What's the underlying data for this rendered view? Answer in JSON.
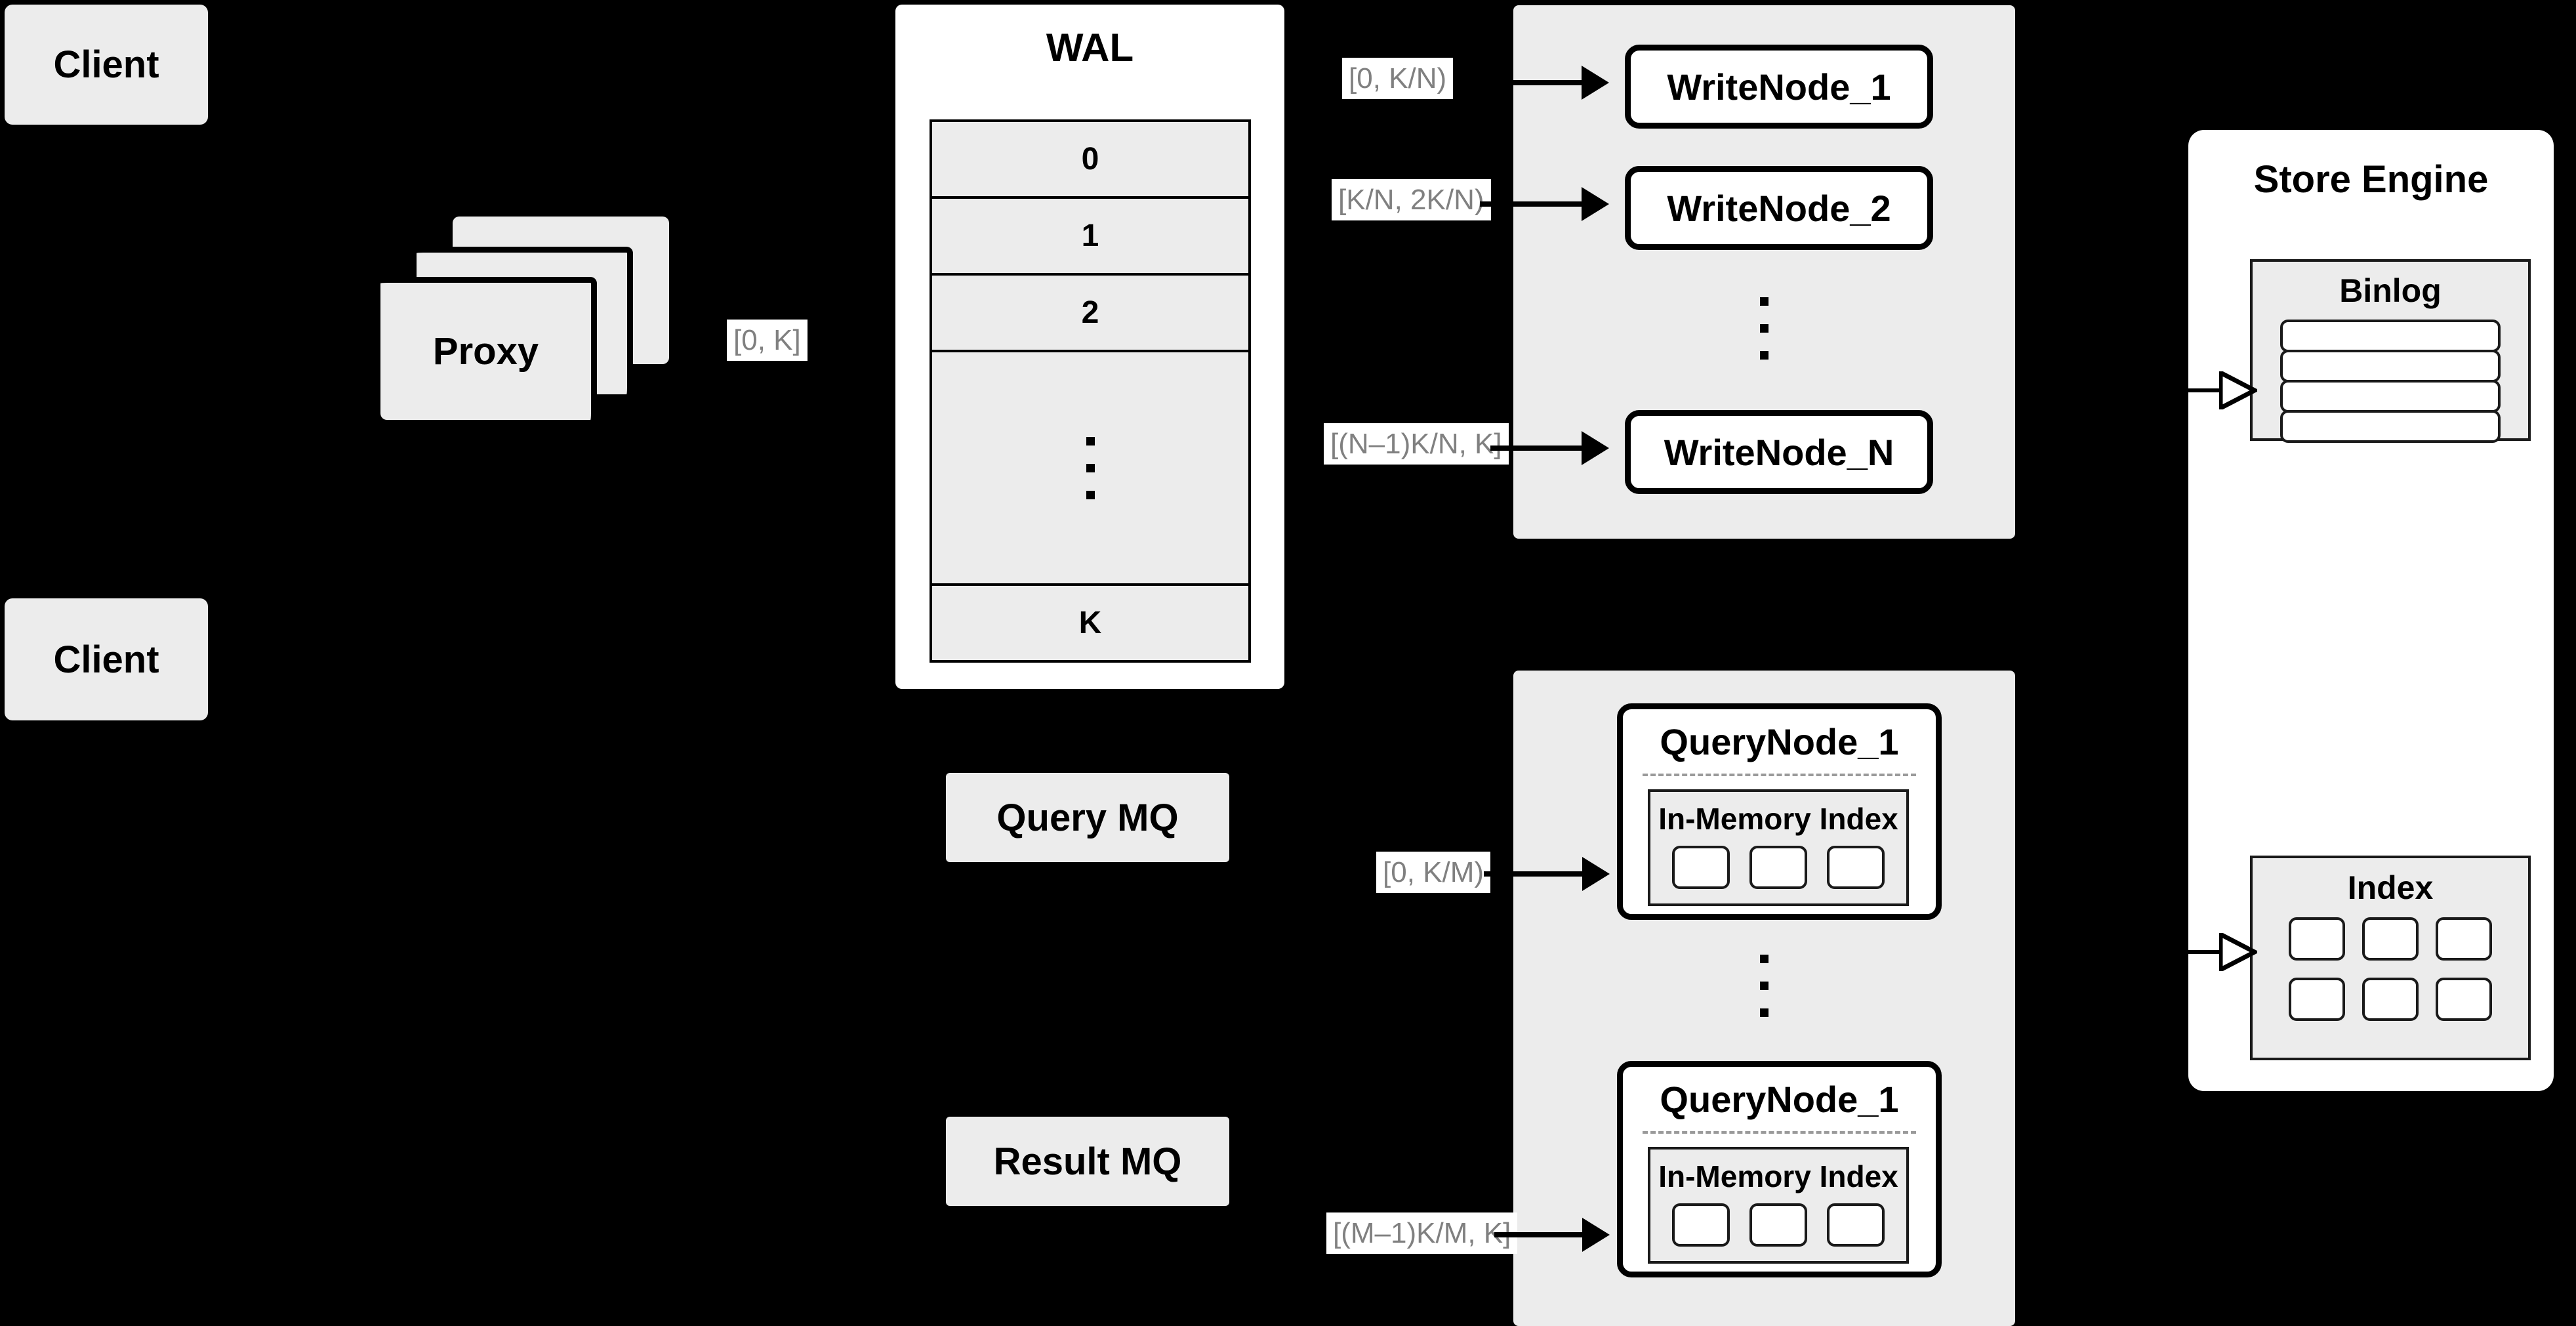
{
  "diagram": {
    "title": "Distributed Vector Database Write/Query Architecture",
    "background_color": "#000000",
    "box_fill": "#ececec",
    "panel_fill": "#ffffff",
    "edge_label_color": "#808080",
    "stroke_color": "#000000"
  },
  "clients": [
    {
      "label": "Client"
    },
    {
      "label": "Client"
    }
  ],
  "proxy": {
    "label": "Proxy",
    "stack_count": 3
  },
  "wal": {
    "title": "WAL",
    "rows": [
      "0",
      "1",
      "2",
      "···",
      "K"
    ],
    "ellipsis_row_index": 3
  },
  "queues": [
    {
      "label": "Query MQ"
    },
    {
      "label": "Result MQ"
    }
  ],
  "write_cluster": {
    "nodes": [
      {
        "label": "WriteNode_1"
      },
      {
        "label": "WriteNode_2"
      },
      {
        "label": "WriteNode_N"
      }
    ],
    "ellipsis": "···"
  },
  "query_cluster": {
    "nodes": [
      {
        "label": "QueryNode_1",
        "index_label": "In-Memory Index",
        "segment_count": 3
      },
      {
        "label": "QueryNode_1",
        "index_label": "In-Memory Index",
        "segment_count": 3
      }
    ],
    "ellipsis": "···"
  },
  "store_engine": {
    "title": "Store Engine",
    "binlog": {
      "title": "Binlog",
      "row_count": 4
    },
    "index": {
      "title": "Index",
      "cell_count": 6,
      "rows": 2,
      "cols": 3
    }
  },
  "edge_labels": {
    "proxy_to_wal": "[0, K]",
    "wal_to_write_1": "[0,  K/N)",
    "wal_to_write_2": "[K/N, 2K/N)",
    "wal_to_write_n": "[(N–1)K/N,  K]",
    "mq_to_query_1": "[0, K/M)",
    "mq_to_query_m": "[(M–1)K/M, K]"
  }
}
